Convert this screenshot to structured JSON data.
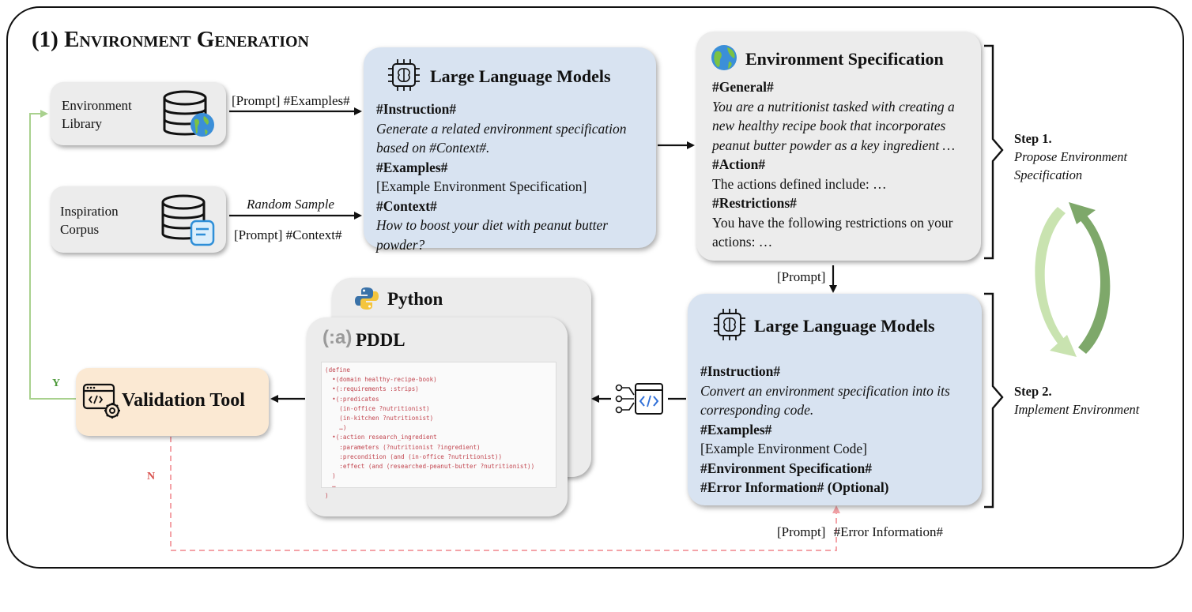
{
  "title": {
    "prefix": "(1) ",
    "main": "Environment Generation"
  },
  "environment_library": {
    "label_line1": "Environment",
    "label_line2": "Library"
  },
  "inspiration_corpus": {
    "label_line1": "Inspiration",
    "label_line2": "Corpus"
  },
  "edges": {
    "prompt_examples": "[Prompt] #Examples#",
    "random_sample": "Random Sample",
    "prompt_context": "[Prompt] #Context#",
    "prompt_spec": "[Prompt]",
    "prompt_bottom": "[Prompt]",
    "error_information": "#Error Information#",
    "yes": "Y",
    "no": "N"
  },
  "llm_top": {
    "title": "Large Language Models",
    "instruction_head": "#Instruction#",
    "instruction_body": "Generate a related environment specification based on #Context#.",
    "examples_head": "#Examples#",
    "examples_body": "[Example Environment Specification]",
    "context_head": "#Context#",
    "context_body": "How to boost your diet with peanut butter powder?"
  },
  "env_spec": {
    "title": "Environment Specification",
    "general_head": "#General#",
    "general_body": "You are a nutritionist tasked with creating a new healthy recipe book that incorporates peanut butter powder as a key ingredient …",
    "action_head": "#Action#",
    "action_body": "The actions defined include: …",
    "restrictions_head": "#Restrictions#",
    "restrictions_body": "You have the following restrictions on your actions: …"
  },
  "llm_bottom": {
    "title": "Large Language Models",
    "instruction_head": "#Instruction#",
    "instruction_body": "Convert an environment specification into its corresponding code.",
    "examples_head": "#Examples#",
    "examples_body": "[Example Environment Code]",
    "spec_head": "#Environment Specification#",
    "error_head": "#Error Information# (Optional)"
  },
  "python_card": {
    "title": "Python"
  },
  "pddl_card": {
    "logo": "(:a)",
    "title": "PDDL"
  },
  "pddl_code": [
    "(define",
    "  •(domain healthy-recipe-book)",
    "  •(:requirements :strips)",
    "  •(:predicates",
    "    (in-office ?nutritionist)",
    "    (in-kitchen ?nutritionist)",
    "    …)",
    "  •(:action research_ingredient",
    "    :parameters (?nutritionist ?ingredient)",
    "    :precondition (and (in-office ?nutritionist))",
    "    :effect (and (researched-peanut-butter ?nutritionist))",
    "  )",
    "  …",
    ")"
  ],
  "validation_tool": {
    "label": "Validation Tool"
  },
  "steps": {
    "step1_title": "Step 1.",
    "step1_line1": "Propose Environment",
    "step1_line2": "Specification",
    "step2_title": "Step 2.",
    "step2_line1": "Implement Environment"
  },
  "colors": {
    "llm_box": "#d8e3f1",
    "grey_box": "#ececec",
    "validation_box": "#fbe9d3",
    "yes_path": "#a9d18e",
    "no_path": "#f4a3a8",
    "cycle_light": "#c9e3b0",
    "cycle_dark": "#7ea86a"
  },
  "icons": [
    "database-globe-icon",
    "database-note-icon",
    "brain-chip-icon",
    "globe-icon",
    "python-logo-icon",
    "code-convert-icon",
    "validation-gear-icon",
    "cycle-arrows-icon"
  ]
}
